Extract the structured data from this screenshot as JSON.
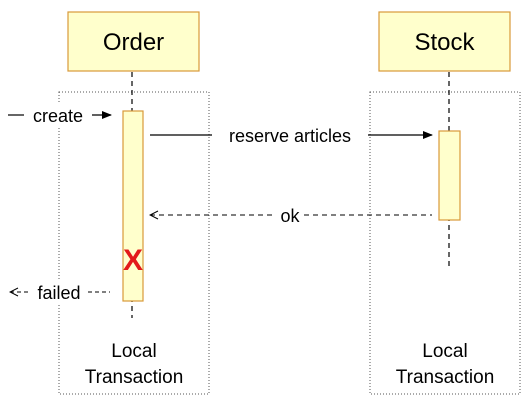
{
  "participants": [
    {
      "name": "Order",
      "local_label_line1": "Local",
      "local_label_line2": "Transaction"
    },
    {
      "name": "Stock",
      "local_label_line1": "Local",
      "local_label_line2": "Transaction"
    }
  ],
  "messages": {
    "create": "create",
    "reserve": "reserve articles",
    "ok": "ok",
    "failed": "failed"
  },
  "failure_mark": "X",
  "colors": {
    "box_fill": "#ffffcc",
    "box_stroke": "#d89a3a",
    "failure": "#e31b1b",
    "line": "#000000"
  }
}
